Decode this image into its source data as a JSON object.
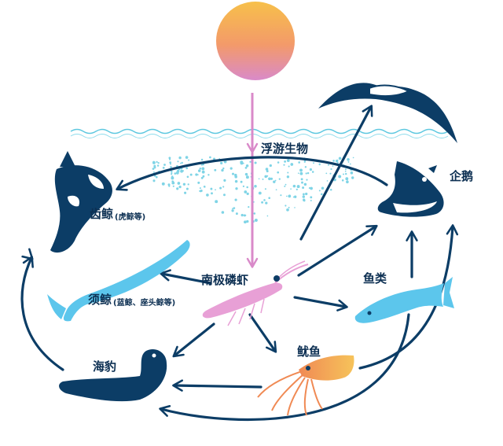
{
  "labels": {
    "phytoplankton": "浮游生物",
    "penguin": "企鹅",
    "toothed_whale": "齿鲸",
    "toothed_whale_note": "(虎鲸等)",
    "krill": "南极磷虾",
    "fish": "鱼类",
    "baleen_whale": "须鲸",
    "baleen_whale_note": "(蓝鲸、座头鲸等)",
    "seal": "海豹",
    "squid": "鱿鱼"
  },
  "colors": {
    "arrow_dark": "#0c3d66",
    "arrow_sun": "#d98ac9",
    "sea_line": "#5ec8e0",
    "plankton_dots": "#7fd4e6",
    "dark_animal": "#0c3d66",
    "light_blue_animal": "#5cc6ec",
    "krill": "#e8a0d6",
    "squid": "#f08a54",
    "sun_top": "#f7c04a",
    "sun_bottom": "#d98ac9"
  },
  "icons": [
    "sun-icon",
    "albatross-icon",
    "orca-icon",
    "penguin-icon",
    "blue-whale-icon",
    "krill-icon",
    "fish-icon",
    "seal-icon",
    "squid-icon"
  ]
}
